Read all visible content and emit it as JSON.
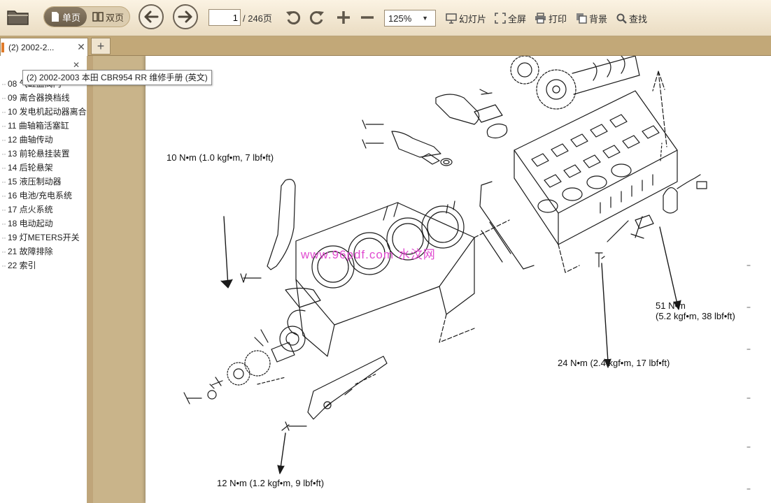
{
  "toolbar": {
    "view_single": "单页",
    "view_double": "双页",
    "page_current": "1",
    "page_total": "/ 246页",
    "zoom": "125%",
    "slideshow": "幻灯片",
    "fullscreen": "全屏",
    "print": "打印",
    "background": "背景",
    "find": "查找"
  },
  "tabs": [
    {
      "label": "(2) 2002-2..."
    }
  ],
  "sidebar": {
    "tooltip": "(2) 2002-2003 本田 CBR954 RR 维修手册 (英文)",
    "items": [
      "08 气缸盖阀门",
      "09 离合器换档线",
      "10 发电机起动器离合",
      "11 曲轴箱活塞缸",
      "12 曲轴传动",
      "13 前轮悬挂装置",
      "14 后轮悬架",
      "15 液压制动器",
      "16 电池/充电系统",
      "17 点火系统",
      "18 电动起动",
      "19 灯METERS开关",
      "21 故障排除",
      "22 索引"
    ]
  },
  "document": {
    "torque_1": "10 N•m (1.0 kgf•m, 7 lbf•ft)",
    "torque_2_line1": "51 N•m",
    "torque_2_line2": "(5.2 kgf•m, 38 lbf•ft)",
    "torque_3": "24 N•m (2.4 kgf•m, 17 lbf•ft)",
    "torque_4": "12 N•m (1.2 kgf•m, 9 lbf•ft)",
    "watermark": "www.96pdf.com 水汶网"
  },
  "colors": {
    "toolbar_bg": "#f3e9d5",
    "chrome_tan": "#c2a878",
    "watermark": "#e04bd0",
    "tab_marker": "#e07b2a"
  }
}
